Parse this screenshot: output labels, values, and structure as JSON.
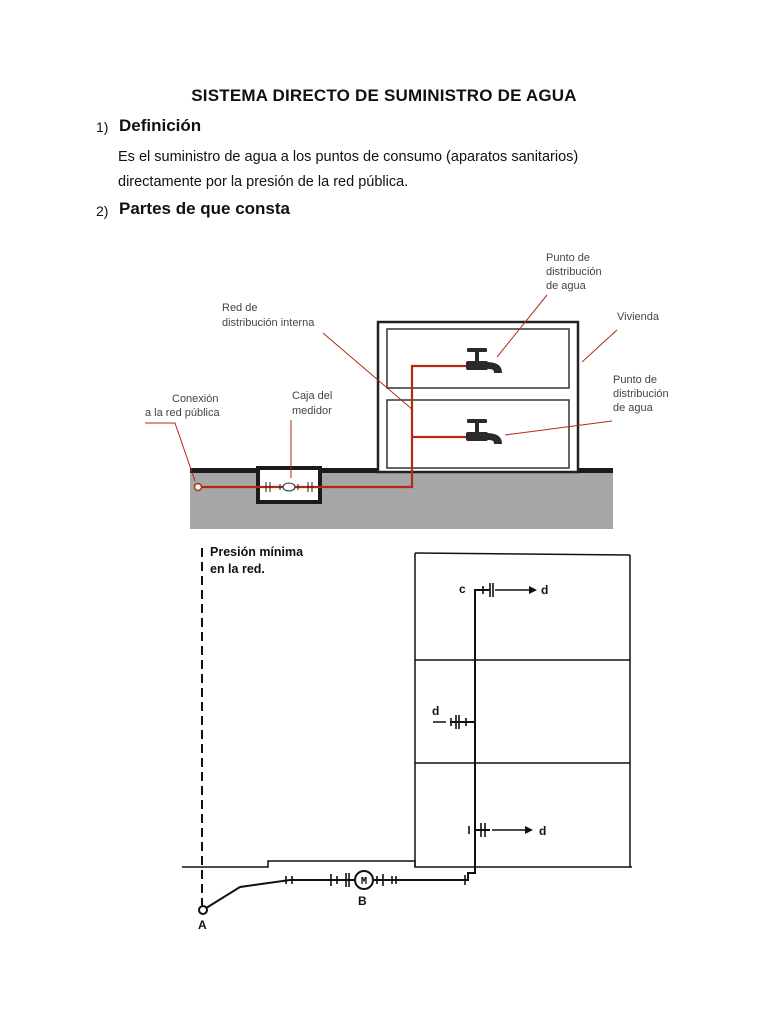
{
  "document": {
    "title": "SISTEMA DIRECTO DE SUMINISTRO DE AGUA",
    "sections": [
      {
        "number": "1)",
        "heading": "Definición",
        "paragraph_lines": [
          "Es el suministro de agua a los puntos de consumo (aparatos sanitarios)",
          "directamente por la presión de la red pública."
        ]
      },
      {
        "number": "2)",
        "heading": "Partes de que consta"
      }
    ]
  },
  "figure1": {
    "labels": {
      "punto_top_1": "Punto de",
      "punto_top_2": "distribución",
      "punto_top_3": "de agua",
      "red_1": "Red de",
      "red_2": "distribución interna",
      "vivienda": "Vivienda",
      "punto_mid_1": "Punto de",
      "punto_mid_2": "distribución",
      "punto_mid_3": "de agua",
      "conexion_1": "Conexión",
      "conexion_2": "a la red pública",
      "caja_1": "Caja del",
      "caja_2": "medidor"
    },
    "colors": {
      "pipe": "#b22a12",
      "ground": "#a6a6a6",
      "label": "#444444"
    }
  },
  "figure2": {
    "labels": {
      "presion_1": "Presión mínima",
      "presion_2": "en la red.",
      "c": "c",
      "d_top": "d",
      "d_mid": "d",
      "d_bot": "d",
      "m": "M",
      "b": "B",
      "a": "A"
    }
  }
}
